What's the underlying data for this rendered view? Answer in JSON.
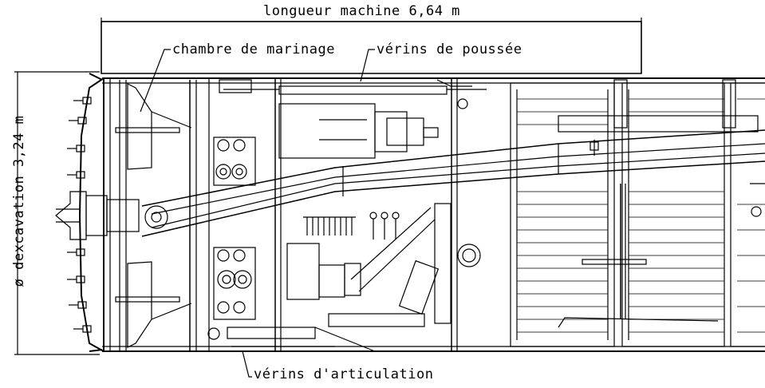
{
  "labels": {
    "machine_length": "longueur machine 6,64 m",
    "chamber": "chambre de marinage",
    "thrust_jacks": "vérins de poussée",
    "articulation_jacks": "vérins d'articulation",
    "excavation_diameter": "ø dexcavation 3,24 m"
  },
  "colors": {
    "line": "#000000",
    "background": "#ffffff"
  }
}
